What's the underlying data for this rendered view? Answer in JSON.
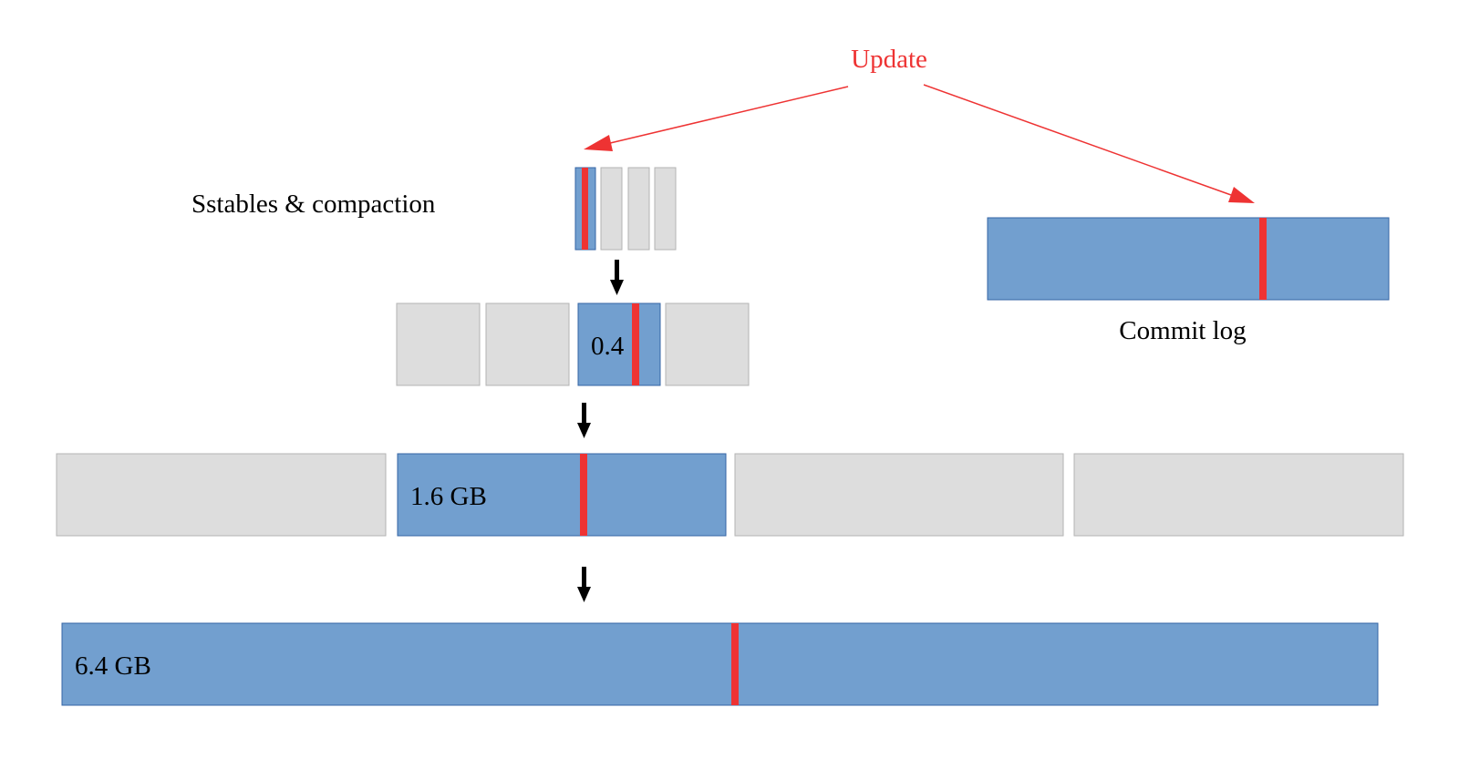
{
  "title": "Update",
  "sstables_label": "Sstables & compaction",
  "commit_log_label": "Commit log",
  "levels": [
    {
      "label": "",
      "blocks": 4,
      "active_index": 0
    },
    {
      "label": "0.4",
      "blocks": 4,
      "active_index": 2
    },
    {
      "label": "1.6 GB",
      "blocks": 4,
      "active_index": 1
    },
    {
      "label": "6.4 GB",
      "blocks": 1,
      "active_index": 0
    }
  ],
  "colors": {
    "active_block": "#729fcf",
    "active_border": "#3465a4",
    "inactive_block": "#dddddd",
    "inactive_border": "#b3b3b3",
    "marker": "#ee3333",
    "update_arrow": "#ee3333",
    "flow_arrow": "#000000"
  }
}
